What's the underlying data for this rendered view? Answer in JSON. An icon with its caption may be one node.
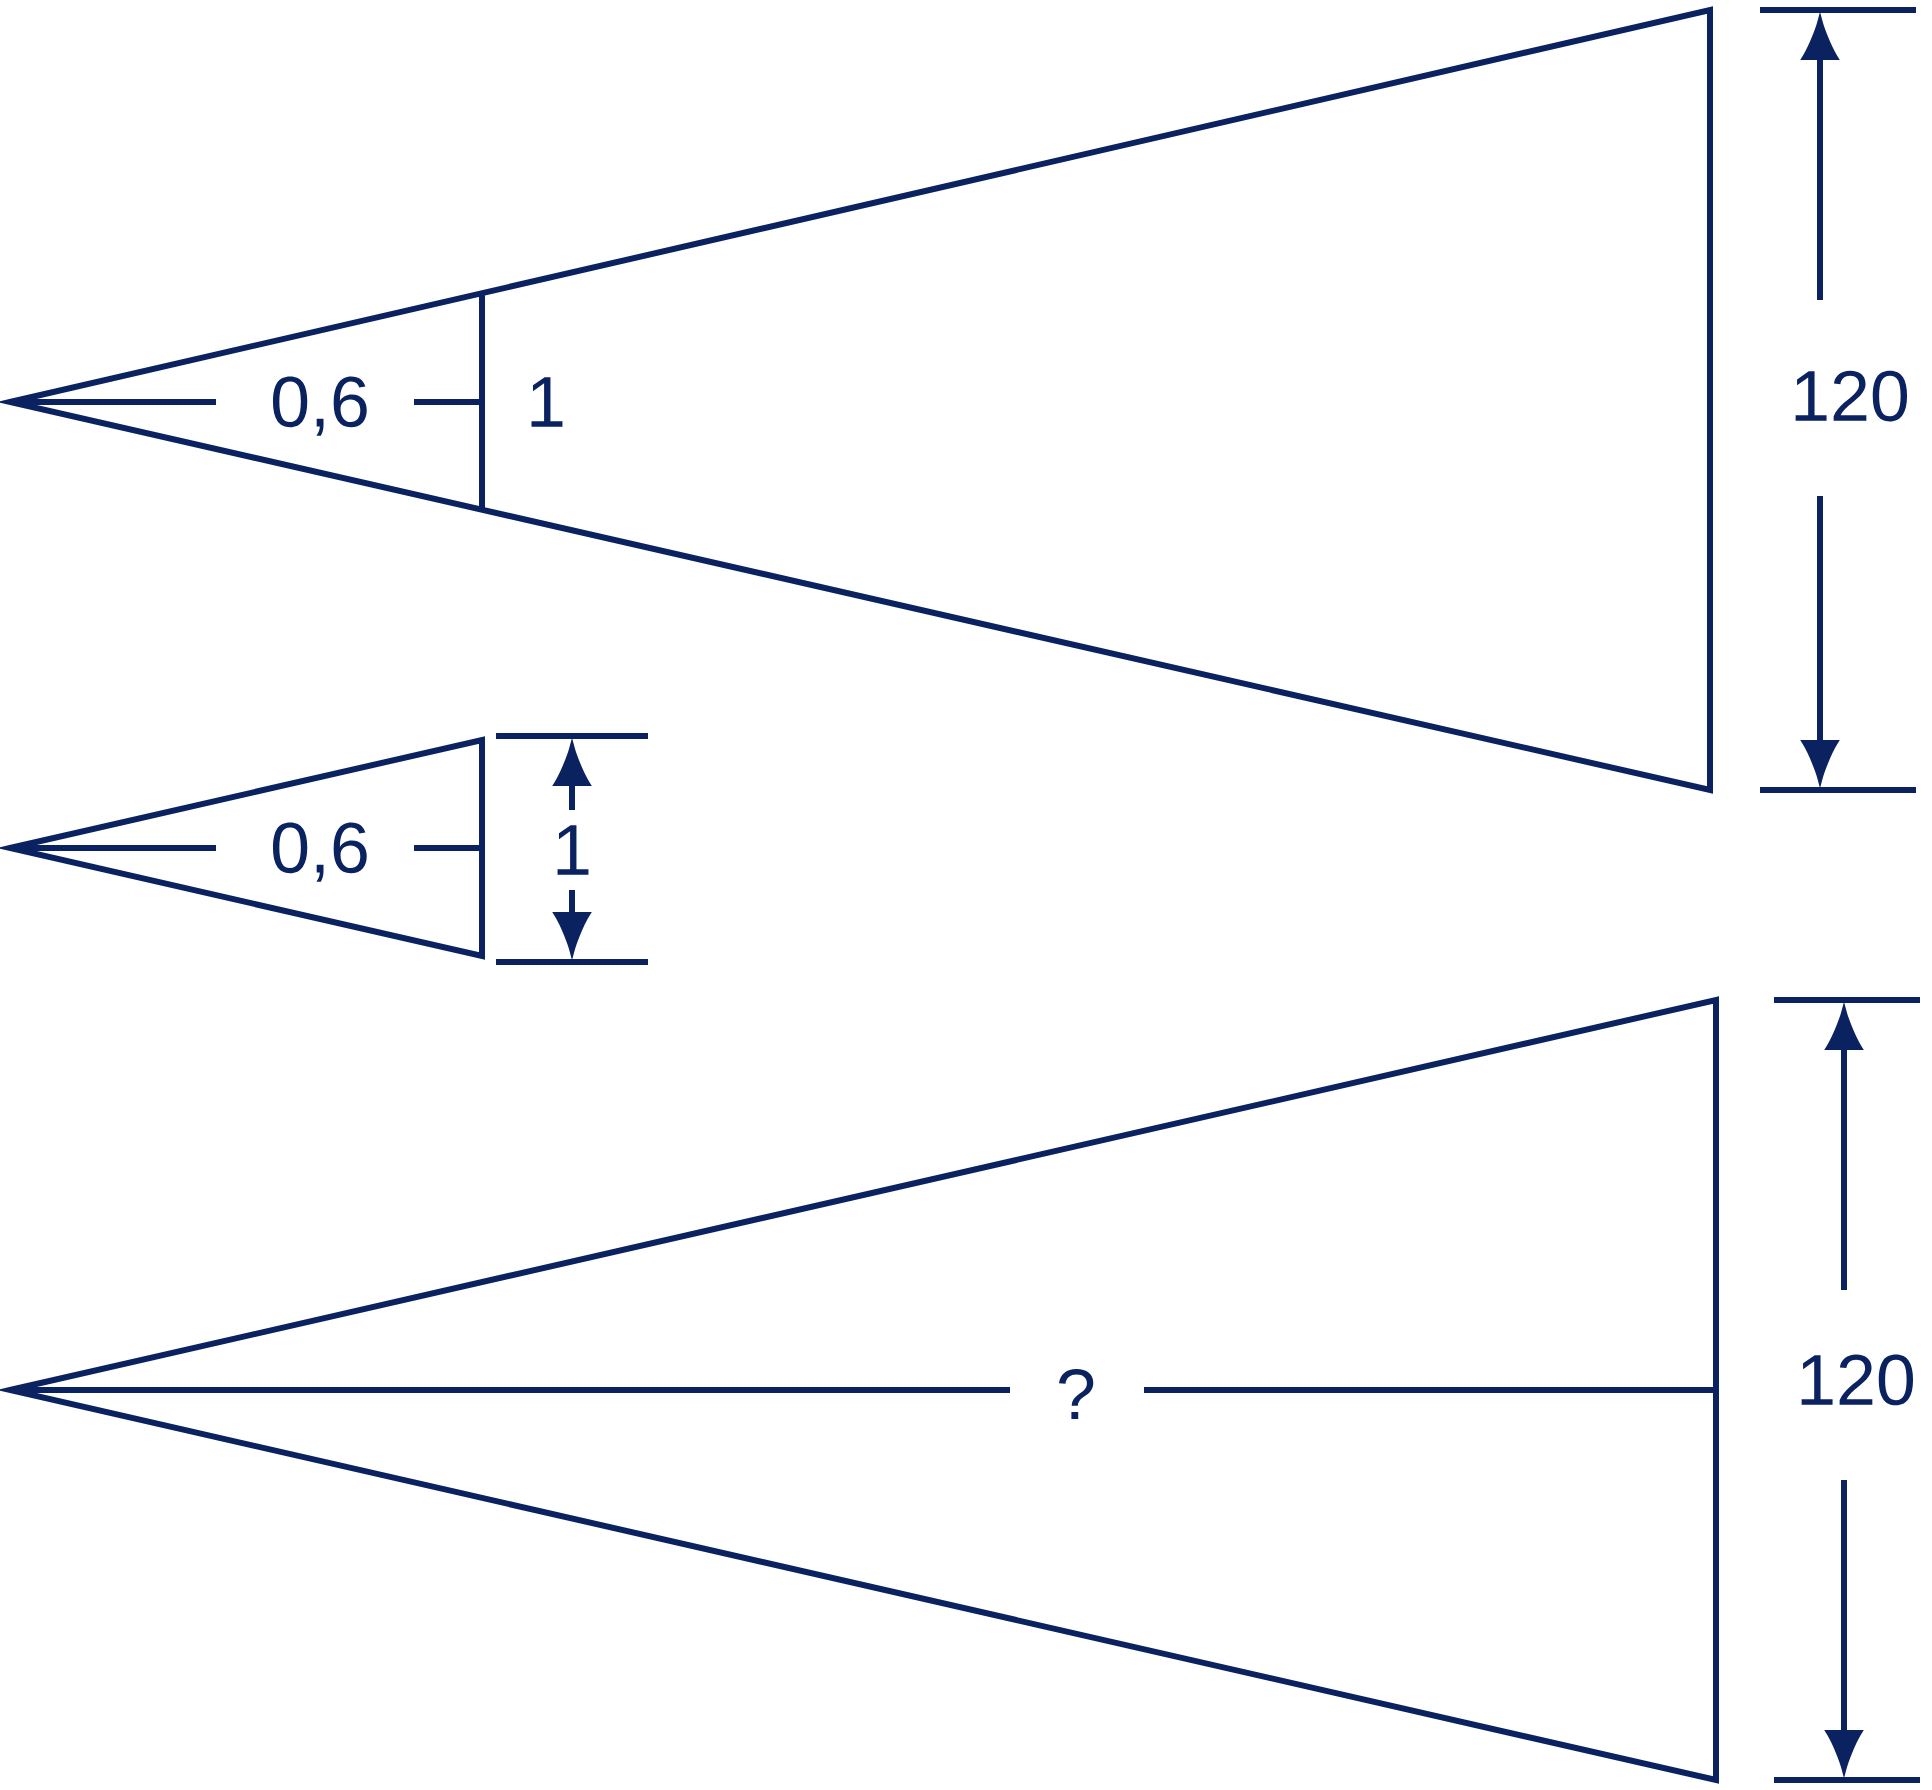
{
  "diagram": {
    "labels": [
      "0,6",
      "1",
      "120",
      "0,6",
      "1",
      "?",
      "120"
    ]
  }
}
